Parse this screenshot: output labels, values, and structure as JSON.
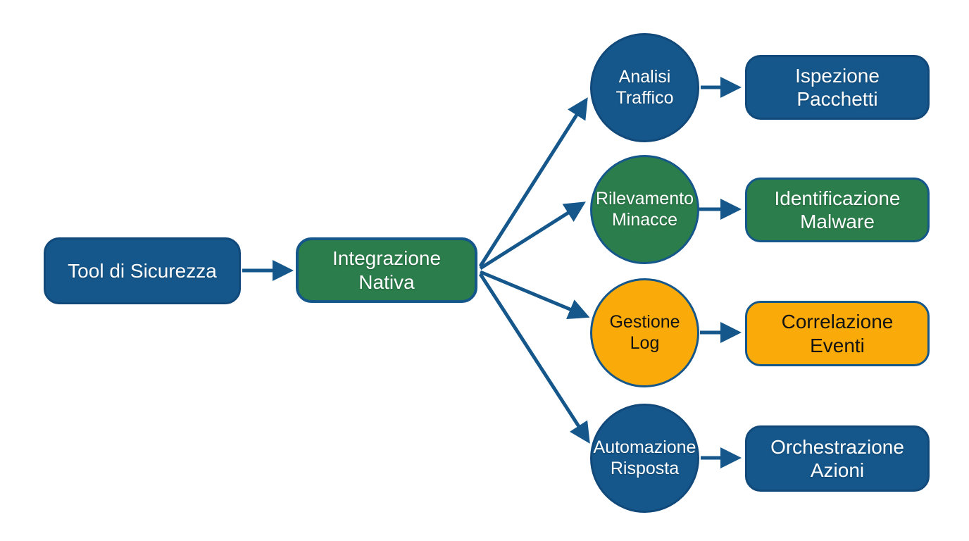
{
  "diagram": {
    "source": {
      "label": "Tool di Sicurezza"
    },
    "hub": {
      "label": "Integrazione\nNativa"
    },
    "branches": [
      {
        "circle": {
          "label": "Analisi\nTraffico"
        },
        "result": {
          "label": "Ispezione\nPacchetti"
        },
        "color": "#15578b"
      },
      {
        "circle": {
          "label": "Rilevamento\nMinacce"
        },
        "result": {
          "label": "Identificazione\nMalware"
        },
        "color": "#2b7d4b"
      },
      {
        "circle": {
          "label": "Gestione\nLog"
        },
        "result": {
          "label": "Correlazione\nEventi"
        },
        "color": "#fbab09"
      },
      {
        "circle": {
          "label": "Automazione\nRisposta"
        },
        "result": {
          "label": "Orchestrazione\nAzioni"
        },
        "color": "#15578b"
      }
    ],
    "colors": {
      "blue": "#15578b",
      "green": "#2b7d4b",
      "orange": "#fbab09",
      "arrow": "#15578b",
      "background": "#ffffff",
      "text_on_dark": "#ffffff",
      "text_on_orange": "#131313"
    }
  }
}
